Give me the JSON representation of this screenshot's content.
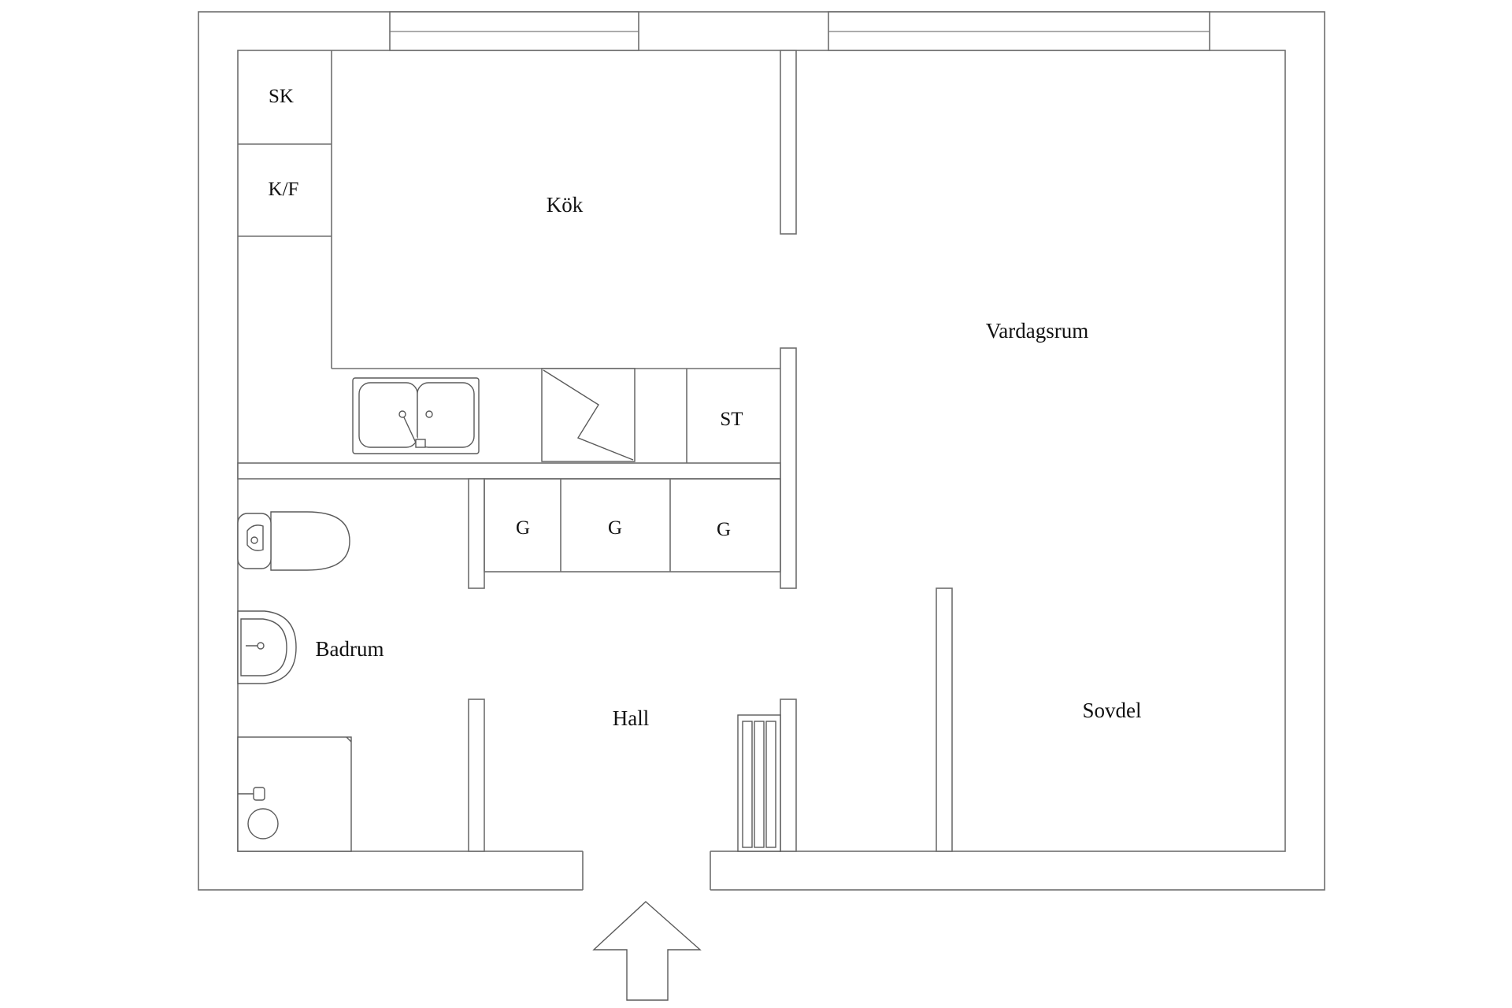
{
  "rooms": {
    "kitchen": "Kök",
    "living": "Vardagsrum",
    "bathroom": "Badrum",
    "hall": "Hall",
    "sleeping": "Sovdel"
  },
  "fixtures": {
    "freezer": "SK",
    "fridge_freezer": "K/F",
    "cabinet": "ST",
    "wardrobe_1": "G",
    "wardrobe_2": "G",
    "wardrobe_3": "G"
  },
  "colors": {
    "wall_stroke": "#6e6e6e",
    "text": "#111111",
    "background": "#ffffff"
  }
}
